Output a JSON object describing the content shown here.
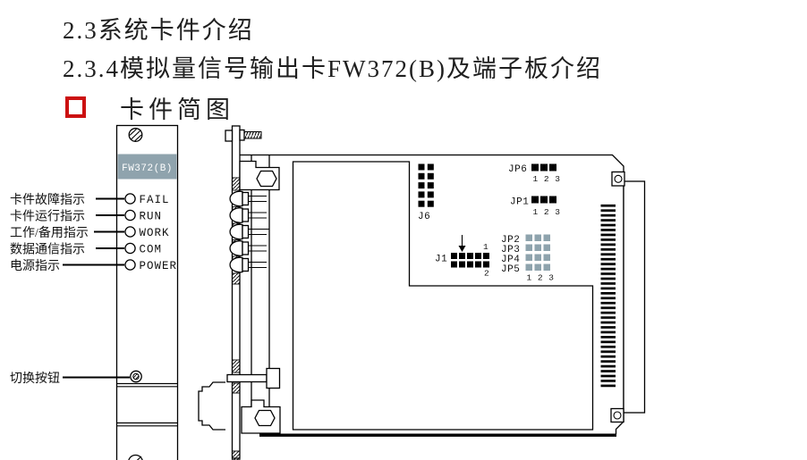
{
  "page": {
    "heading1": "2.3系统卡件介绍",
    "heading2": "2.3.4模拟量信号输出卡FW372(B)及端子板介绍",
    "bullet_item": "卡件简图"
  },
  "colors": {
    "bullet_red": "#cc1111",
    "panel_label_bg": "#8fa3ad",
    "jumper_pad_gray": "#8ea3ad",
    "ink": "#000000"
  },
  "panel": {
    "model": "FW372(B)",
    "indicators": [
      {
        "label_zh": "卡件故障指示",
        "label_en": "FAIL"
      },
      {
        "label_zh": "卡件运行指示",
        "label_en": "RUN"
      },
      {
        "label_zh": "工作/备用指示",
        "label_en": "WORK"
      },
      {
        "label_zh": "数据通信指示",
        "label_en": "COM"
      },
      {
        "label_zh": "电源指示",
        "label_en": "POWER"
      }
    ],
    "switch_label": "切换按钮"
  },
  "board": {
    "j6": "J6",
    "j1": "J1",
    "jp6": "JP6",
    "jp1": "JP1",
    "jp2": "JP2",
    "jp3": "JP3",
    "jp4": "JP4",
    "jp5": "JP5",
    "pin_numbers": "1 2 3",
    "j1_pin_top": "1",
    "j1_pin_bottom": "2"
  }
}
